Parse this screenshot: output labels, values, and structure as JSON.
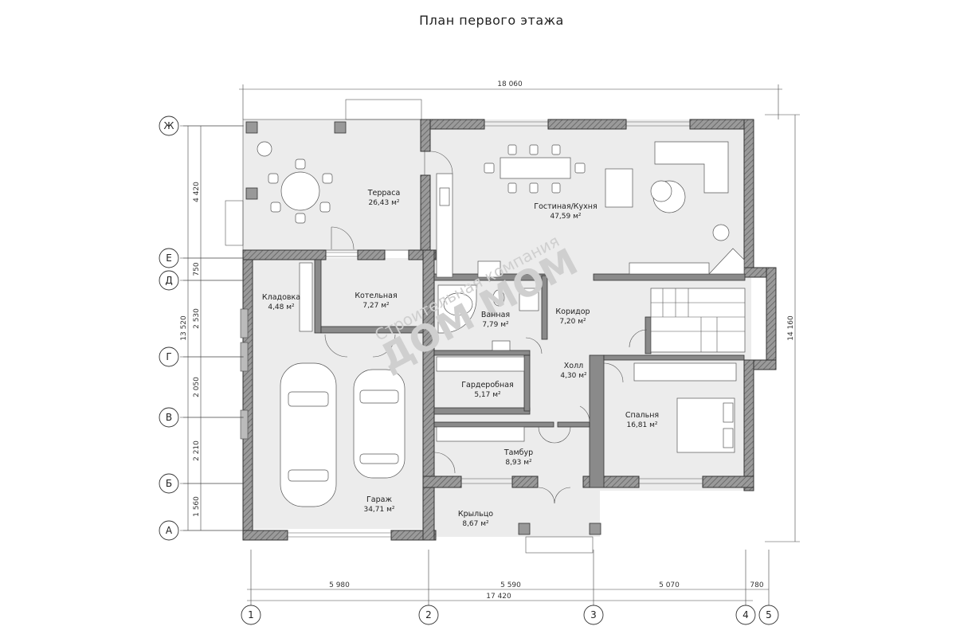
{
  "title": "План первого этажа",
  "rooms": [
    {
      "name": "Терраса",
      "area": "26,43 м²"
    },
    {
      "name": "Гостиная/Кухня",
      "area": "47,59 м²"
    },
    {
      "name": "Кладовка",
      "area": "4,48 м²"
    },
    {
      "name": "Котельная",
      "area": "7,27 м²"
    },
    {
      "name": "Ванная",
      "area": "7,79 м²"
    },
    {
      "name": "Коридор",
      "area": "7,20 м²"
    },
    {
      "name": "Холл",
      "area": "4,30 м²"
    },
    {
      "name": "Гардеробная",
      "area": "5,17 м²"
    },
    {
      "name": "Спальня",
      "area": "16,81 м²"
    },
    {
      "name": "Тамбур",
      "area": "8,93 м²"
    },
    {
      "name": "Гараж",
      "area": "34,71 м²"
    },
    {
      "name": "Крыльцо",
      "area": "8,67 м²"
    }
  ],
  "dimensions": {
    "top_total": "18 060",
    "bottom_segments": [
      "5 980",
      "5 590",
      "5 070",
      "780"
    ],
    "bottom_total": "17 420",
    "left_segments": [
      "4 420",
      "750",
      "2 530",
      "2 050",
      "2 210",
      "1 560"
    ],
    "left_total": "13 520",
    "right_total": "14 160"
  },
  "axes": {
    "letters": [
      "Ж",
      "Е",
      "Д",
      "Г",
      "В",
      "Б",
      "А"
    ],
    "numbers": [
      "1",
      "2",
      "3",
      "4",
      "5"
    ]
  },
  "watermark": {
    "line1": "Строительная компания",
    "line2": "ДОМ МОМ"
  }
}
